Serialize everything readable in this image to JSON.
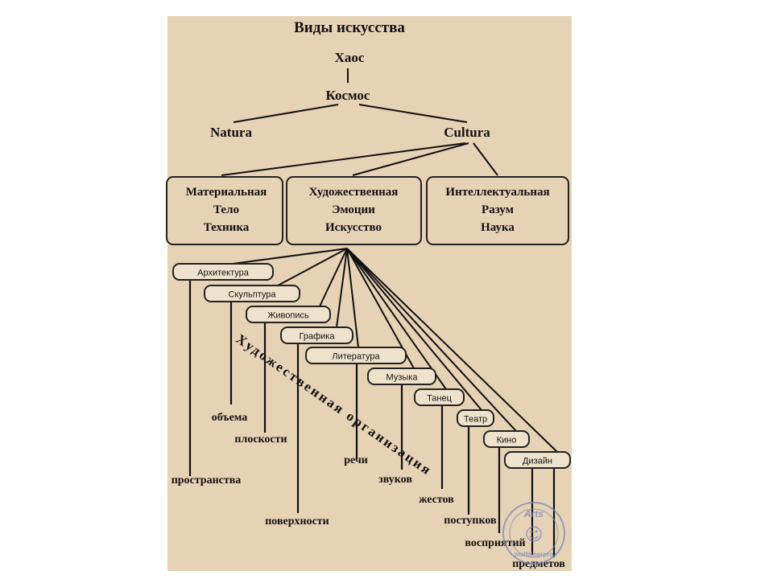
{
  "colors": {
    "background": "#ffffff",
    "panel": "#e6d2b5",
    "ink": "#111111",
    "pill_fill": "#efe2cc",
    "watermark": "#7a86b8"
  },
  "title": "Виды искусства",
  "chaos": "Хаос",
  "cosmos": "Космос",
  "natura": "Natura",
  "cultura": "Cultura",
  "culture_boxes": [
    {
      "heading": "Материальная",
      "lines": [
        "Тело",
        "Техника"
      ]
    },
    {
      "heading": "Художественная",
      "lines": [
        "Эмоции",
        "Искусство"
      ]
    },
    {
      "heading": "Интеллектуальная",
      "lines": [
        "Разум",
        "Наука"
      ]
    }
  ],
  "arts": [
    "Архитектура",
    "Скульптура",
    "Живопись",
    "Графика",
    "Литература",
    "Музыка",
    "Танец",
    "Театр",
    "Кино",
    "Дизайн"
  ],
  "diagonal_label": "Художественная организация",
  "organization_terms": [
    "объема",
    "плоскости",
    "пространства",
    "поверхности",
    "речи",
    "звуков",
    "жестов",
    "поступков",
    "восприятий",
    "предметов"
  ],
  "watermark": {
    "top": "Arts",
    "bottom": "mallbinerpro"
  }
}
